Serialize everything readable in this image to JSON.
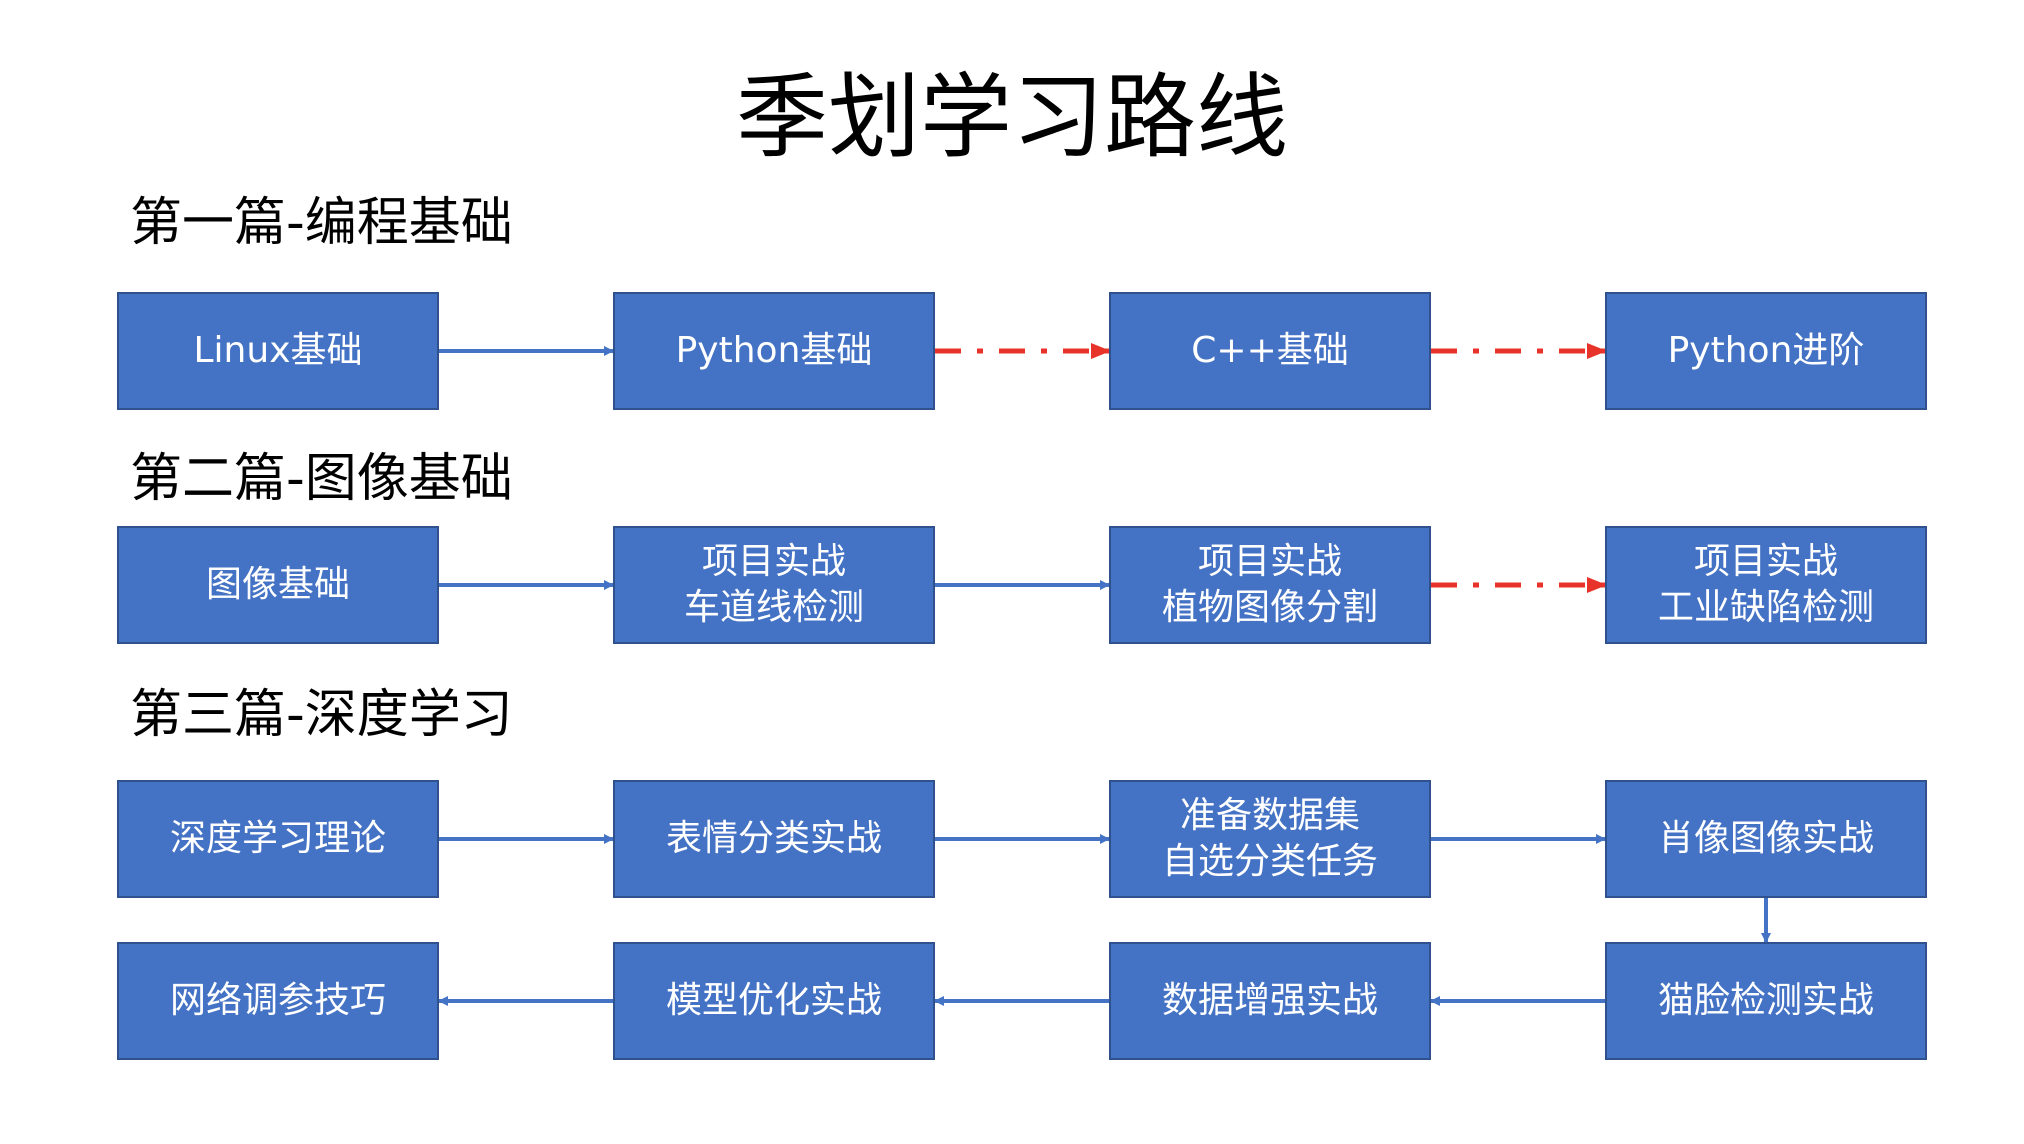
{
  "title": "季划学习路线",
  "colors": {
    "node_fill": "#4472C4",
    "node_border": "#2F528F",
    "solid_arrow": "#4472C4",
    "dashed_arrow": "#E8332A"
  },
  "sections": [
    {
      "heading": "第一篇-编程基础",
      "nodes": [
        {
          "label": "Linux基础"
        },
        {
          "label": "Python基础"
        },
        {
          "label": "C++基础"
        },
        {
          "label": "Python进阶"
        }
      ]
    },
    {
      "heading": "第二篇-图像基础",
      "nodes": [
        {
          "label": "图像基础"
        },
        {
          "label": "项目实战\n车道线检测"
        },
        {
          "label": "项目实战\n植物图像分割"
        },
        {
          "label": "项目实战\n工业缺陷检测"
        }
      ]
    },
    {
      "heading": "第三篇-深度学习",
      "nodes": [
        {
          "label": "深度学习理论"
        },
        {
          "label": "表情分类实战"
        },
        {
          "label": "准备数据集\n自选分类任务"
        },
        {
          "label": "肖像图像实战"
        },
        {
          "label": "猫脸检测实战"
        },
        {
          "label": "数据增强实战"
        },
        {
          "label": "模型优化实战"
        },
        {
          "label": "网络调参技巧"
        }
      ]
    }
  ],
  "edges": [
    {
      "from": "s0n0",
      "to": "s0n1",
      "style": "solid"
    },
    {
      "from": "s0n1",
      "to": "s0n2",
      "style": "dashed"
    },
    {
      "from": "s0n2",
      "to": "s0n3",
      "style": "dashed"
    },
    {
      "from": "s1n0",
      "to": "s1n1",
      "style": "solid"
    },
    {
      "from": "s1n1",
      "to": "s1n2",
      "style": "solid"
    },
    {
      "from": "s1n2",
      "to": "s1n3",
      "style": "dashed"
    },
    {
      "from": "s2n0",
      "to": "s2n1",
      "style": "solid"
    },
    {
      "from": "s2n1",
      "to": "s2n2",
      "style": "solid"
    },
    {
      "from": "s2n2",
      "to": "s2n3",
      "style": "solid"
    },
    {
      "from": "s2n3",
      "to": "s2n4",
      "style": "solid"
    },
    {
      "from": "s2n4",
      "to": "s2n5",
      "style": "solid"
    },
    {
      "from": "s2n5",
      "to": "s2n6",
      "style": "solid"
    },
    {
      "from": "s2n6",
      "to": "s2n7",
      "style": "solid"
    }
  ]
}
